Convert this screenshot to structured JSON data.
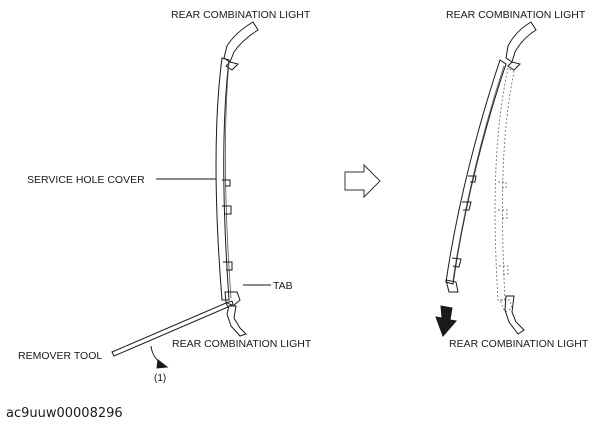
{
  "labels": {
    "left_top_light": "REAR COMBINATION LIGHT",
    "left_bottom_light": "REAR COMBINATION LIGHT",
    "right_top_light": "REAR COMBINATION LIGHT",
    "right_bottom_light": "REAR COMBINATION LIGHT",
    "service_hole_cover": "SERVICE HOLE COVER",
    "tab": "TAB",
    "remover_tool": "REMOVER TOOL",
    "step_number": "(1)"
  },
  "figure_code": "ac9uuw00008296",
  "icons": {
    "transition": "right-arrow-outline-icon",
    "pull_direction": "down-arrow-solid-icon",
    "pry_direction": "curved-arrow-icon"
  },
  "colors": {
    "line": "#1a1a1a",
    "fill_light": "#ececec",
    "dashed": "#777777",
    "background": "#ffffff"
  }
}
